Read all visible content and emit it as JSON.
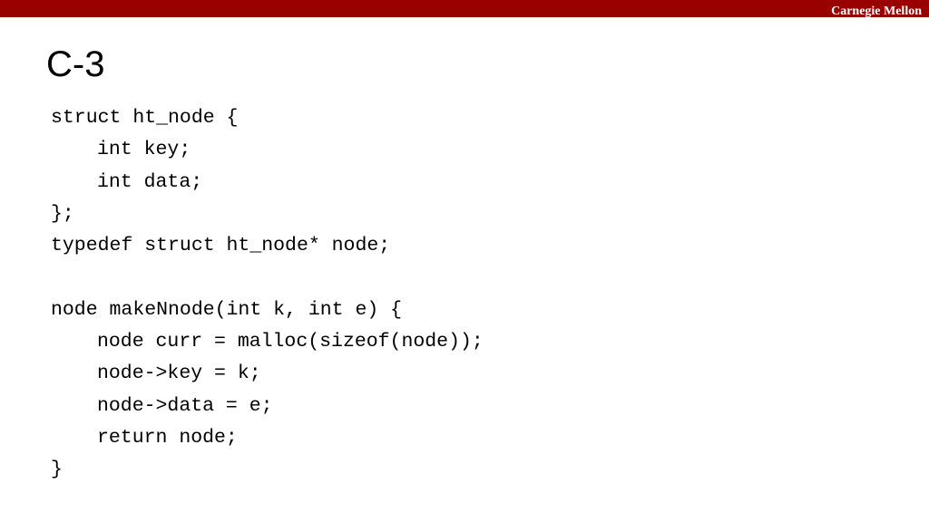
{
  "header": {
    "brand": "Carnegie Mellon",
    "accent_color": "#990000"
  },
  "slide": {
    "title": "C-3"
  },
  "code": {
    "lines": [
      {
        "text": "struct ht_node {",
        "indent": 0
      },
      {
        "text": "int key;",
        "indent": 1
      },
      {
        "text": "int data;",
        "indent": 1
      },
      {
        "text": "};",
        "indent": 0
      },
      {
        "text": "typedef struct ht_node* node;",
        "indent": 0
      },
      {
        "text": "",
        "indent": 0
      },
      {
        "text": "node makeNnode(int k, int e) {",
        "indent": 0
      },
      {
        "text": "node curr = malloc(sizeof(node));",
        "indent": 1
      },
      {
        "text": "node->key = k;",
        "indent": 1
      },
      {
        "text": "node->data = e;",
        "indent": 1
      },
      {
        "text": "return node;",
        "indent": 1
      },
      {
        "text": "}",
        "indent": 0
      }
    ]
  }
}
